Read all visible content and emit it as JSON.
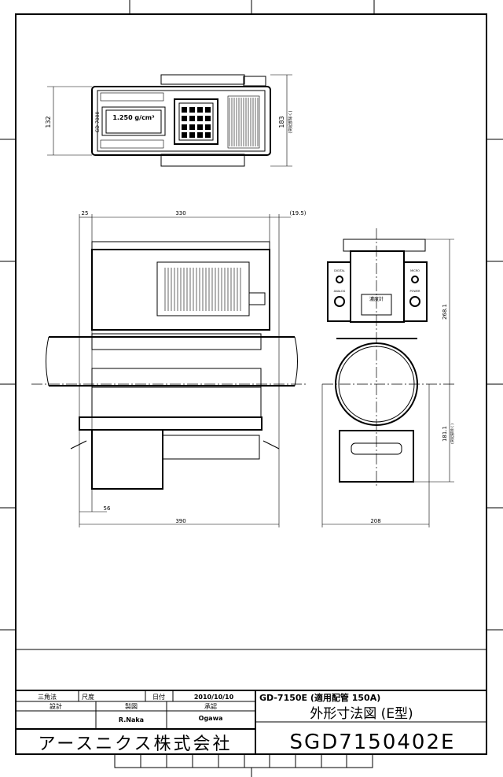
{
  "top_view": {
    "model_label": "GD-7000",
    "display_value": "1.250 g/cm³",
    "dim_width": "132",
    "dim_height": "183",
    "dim_note": "(突起部除く)"
  },
  "front_view": {
    "dim_left": "25",
    "dim_body": "330",
    "dim_right": "(19.5)",
    "dim_offset": "56",
    "dim_total": "390"
  },
  "side_view": {
    "labels": [
      "DIGITAL",
      "MICRO",
      "ANALOG",
      "POWER"
    ],
    "nameplate": "濃度計",
    "dim_upper": "268.1",
    "dim_lower": "181.1",
    "dim_note": "(突起部除く)",
    "dim_width": "208"
  },
  "title_block": {
    "projection": "三角法",
    "scale_label": "尺度",
    "date_label": "日付",
    "date": "2010/10/10",
    "design_label": "設計",
    "drafting_label": "製図",
    "approval_label": "承認",
    "drafter": "R.Naka",
    "approver": "Ogawa",
    "company": "アースニクス株式会社",
    "model_line": "GD-7150E (適用配管 150A)",
    "drawing_title": "外形寸法図 (E型)",
    "drawing_number": "SGD7150402E"
  }
}
